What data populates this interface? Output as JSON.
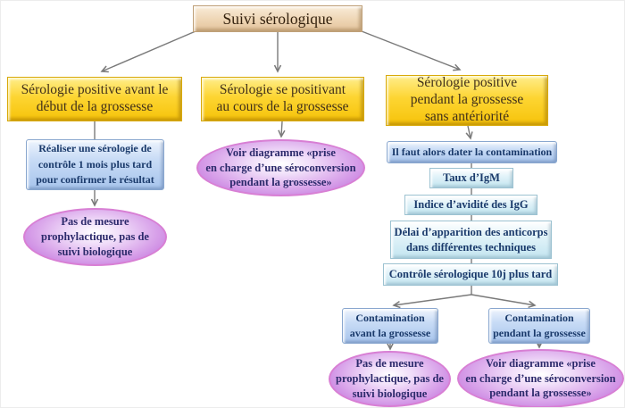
{
  "diagram": {
    "title": "Suivi sérologique",
    "left_branch": {
      "header": "Sérologie positive avant le\ndébut de la grossesse",
      "action": "Réaliser une sérologie de\ncontrôle 1 mois plus tard\npour confirmer le résultat",
      "outcome": "Pas de mesure\nprophylactique, pas de\nsuivi biologique"
    },
    "middle_branch": {
      "header": "Sérologie se positivant\nau cours de la grossesse",
      "outcome": "Voir diagramme «prise\nen charge d’une séroconversion\npendant la grossesse»"
    },
    "right_branch": {
      "header": "Sérologie positive\npendant la grossesse\nsans antériorité",
      "steps": [
        "Il faut alors dater la contamination",
        "Taux d’IgM",
        "Indice d’avidité des IgG",
        "Délai d’apparition des anticorps\ndans différentes techniques",
        "Contrôle sérologique 10j plus tard"
      ],
      "case_before": {
        "condition": "Contamination\navant la grossesse",
        "outcome": "Pas de mesure\nprophylactique, pas de\nsuivi biologique"
      },
      "case_during": {
        "condition": "Contamination\npendant la grossesse",
        "outcome": "Voir diagramme «prise\nen charge d’une séroconversion\npendant la grossesse»"
      }
    },
    "colors": {
      "root_fill": "#eed5b4",
      "header_fill": "#fdd532",
      "action_fill": "#b9d3f3",
      "step_fill": "#cdeaf5",
      "outcome_fill": "#c873dc",
      "arrow": "#7a7a7a",
      "text_navy": "#1a3a6b",
      "text_brown": "#41301a",
      "text_purple": "#2c2a6b"
    }
  }
}
